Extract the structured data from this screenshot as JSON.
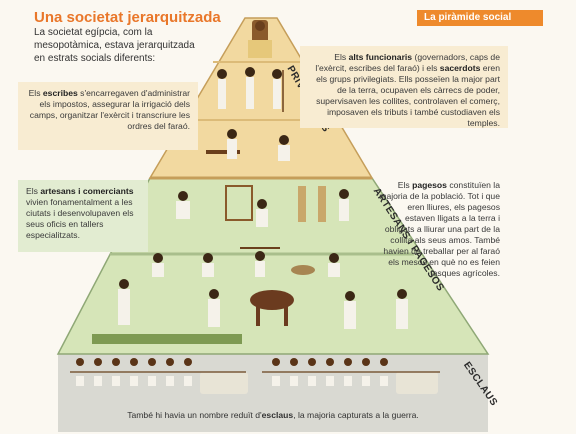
{
  "header": {
    "title": "Una societat jerarquitzada",
    "badge": "La piràmide social"
  },
  "intro": "La societat egípcia, com la mesopotàmica, estava jerarquitzada en estrats socials diferents:",
  "tiers": {
    "privileged": "PRIVILEGIATS",
    "artisans": "ARTESANS I PAGESOS",
    "slaves": "ESCLAUS"
  },
  "notes": {
    "scribes": {
      "bold": "escribes",
      "pre": "Els ",
      "post": " s'encarregaven d'administrar els impostos, assegurar la irrigació dels camps, organitzar l'exèrcit i transcriure les ordres del faraó."
    },
    "officials": {
      "pre": "Els ",
      "bold1": "alts funcionaris",
      "mid": " (governadors, caps de l'exèrcit, escribes del faraó) i els ",
      "bold2": "sacerdots",
      "post": " eren els grups privilegiats. Ells posseïen la major part de la terra, ocupaven els càrrecs de poder, supervisaven les collites, controlaven el comerç, imposaven els tributs i també custodiaven els temples."
    },
    "artisans": {
      "pre": "Els ",
      "bold": "artesans i comerciants",
      "post": " vivien fonamentalment a les ciutats i desenvolupaven els seus oficis en tallers especialitzats."
    },
    "farmers": {
      "pre": "Els ",
      "bold": "pagesos",
      "post": " constituïen la majoria de la població. Tot i que eren lliures, els pagesos estaven lligats a la terra i obligats a lliurar una part de la collita als seus amos. També havien de treballar per al faraó els mesos en què no es feien tasques agrícoles."
    }
  },
  "footer": {
    "pre": "També hi havia un nombre reduït d'",
    "bold": "esclaus",
    "post": ", la majoria capturats a la guerra."
  },
  "colors": {
    "accent": "#ee8a2c",
    "tan": "#f3dba6",
    "green": "#d4e3b6",
    "grey": "#dcdcd6",
    "stone": "#e6dfcc"
  }
}
